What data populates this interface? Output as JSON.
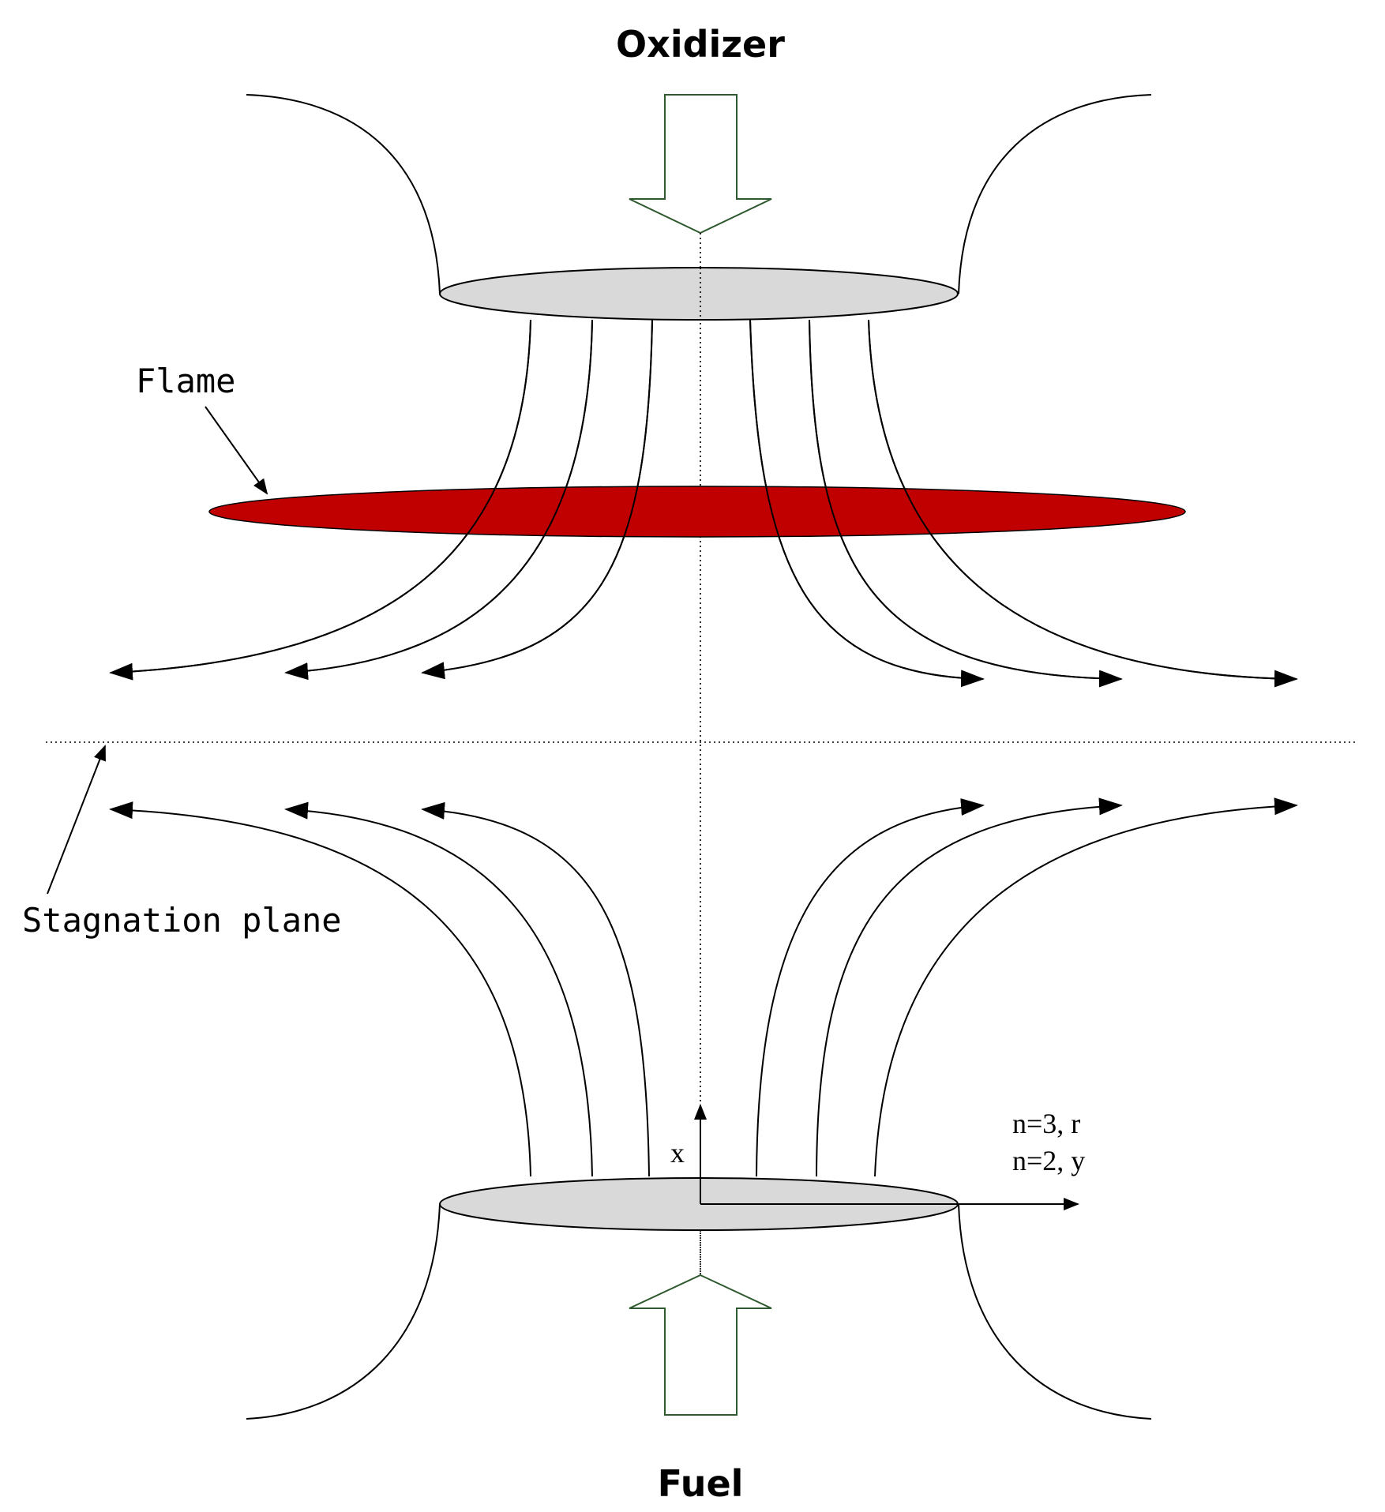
{
  "labels": {
    "oxidizer": "Oxidizer",
    "fuel": "Fuel",
    "flame": "Flame",
    "stagnation_plane": "Stagnation plane",
    "axis_x": "x",
    "axis_r": "n=3, r",
    "axis_y": "n=2, y"
  },
  "colors": {
    "flame": "#c00000",
    "plate": "#d9d9d9",
    "inflow_arrow_outline": "#2f5a2f",
    "line": "#000000"
  }
}
